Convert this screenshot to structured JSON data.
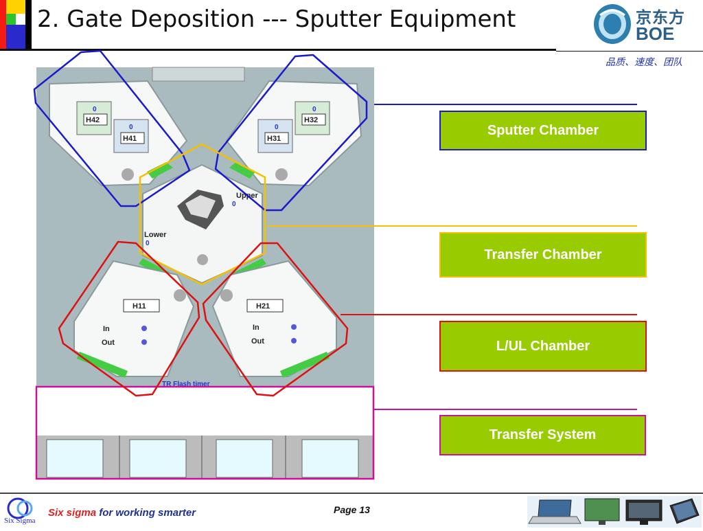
{
  "header": {
    "title": "2. Gate Deposition --- Sputter Equipment",
    "logo_cn": "京东方",
    "logo_en": "BOE",
    "slogan": "品质、速度、团队"
  },
  "diagram": {
    "chambers": {
      "h42": "H42",
      "h41": "H41",
      "h32": "H32",
      "h31": "H31",
      "h11": "H11",
      "h21": "H21",
      "upper": "Upper",
      "lower": "Lower",
      "in": "In",
      "out": "Out",
      "indicator": "0",
      "bottom_strip": "TR Flash timer"
    },
    "labels": {
      "sputter": "Sputter Chamber",
      "transfer": "Transfer Chamber",
      "lul": "L/UL Chamber",
      "system": "Transfer System"
    },
    "colors": {
      "sputter": "#1a1acc",
      "transfer": "#f5c000",
      "lul": "#dd1111",
      "system": "#cc1199",
      "label_fill": "#99cc00"
    }
  },
  "footer": {
    "brand_prefix": "Six sigma",
    "brand_suffix": " for working smarter",
    "page": "Page 13",
    "logo_text": "Six Sigma"
  }
}
